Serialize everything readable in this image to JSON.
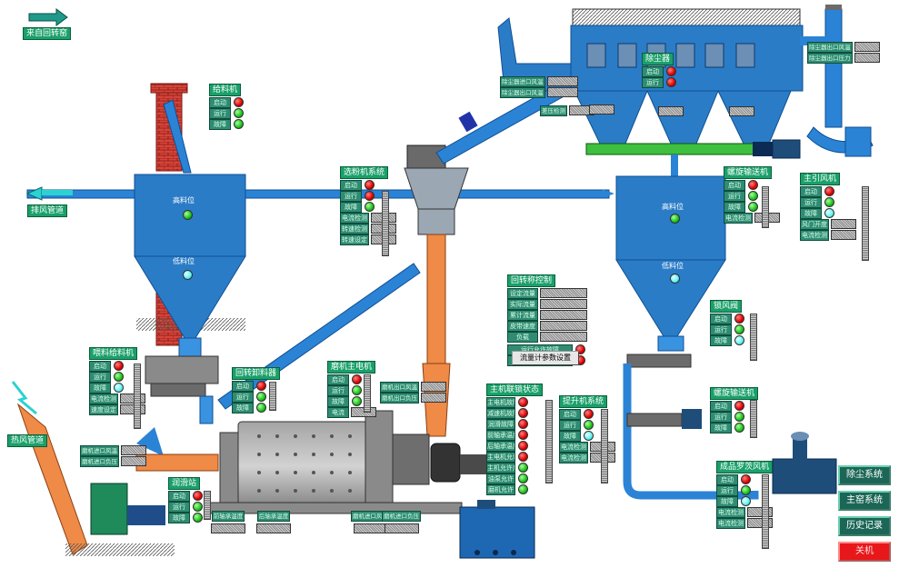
{
  "inlets": {
    "kiln_head": "来自回转窑",
    "exhaust_pipe": "排风管道",
    "hot_gas": "热风管道"
  },
  "silo_left": {
    "high": "高料位",
    "low": "低料位"
  },
  "silo_right": {
    "high": "高料位",
    "low": "低料位"
  },
  "dust_title": "除尘器",
  "dust_status": {
    "row1": "启动",
    "row2": "运行"
  },
  "dust_meters": [
    "除尘器进口风温",
    "除尘器出口风温"
  ],
  "dust_meters_right": [
    "除尘器出口风温",
    "除尘器出口压力"
  ],
  "pressure_label": "差压检测",
  "panels": {
    "top_feeder": {
      "title": "给料机",
      "rows": [
        "启动",
        "运行",
        "故障"
      ]
    },
    "separator": {
      "title": "选粉机系统",
      "rows": [
        "启动",
        "运行",
        "故障",
        "电流检测",
        "转速检测",
        "转速设定"
      ]
    },
    "main_fan": {
      "title": "主引风机",
      "rows": [
        "启动",
        "运行",
        "故障",
        "风门开度",
        "电流检测"
      ]
    },
    "metering": {
      "title": "回转称控制",
      "rows": [
        "设定流量",
        "实际流量",
        "累计流量",
        "皮带速度",
        "负载"
      ],
      "extras": [
        "运行允许故障",
        "称重计量故障"
      ]
    },
    "screw_right": {
      "title": "螺旋输送机",
      "rows": [
        "启动",
        "运行",
        "故障",
        "电流检测"
      ]
    },
    "airlock": {
      "title": "锁风阀",
      "rows": [
        "启动",
        "运行",
        "故障"
      ]
    },
    "left_feeder": {
      "title": "喂料给料机",
      "rows": [
        "启动",
        "运行",
        "故障",
        "电流检测",
        "速度设定"
      ]
    },
    "rotary_valve": {
      "title": "回转卸料器",
      "rows": [
        "启动",
        "运行",
        "故障"
      ]
    },
    "lube": {
      "title": "润滑站",
      "rows": [
        "启动",
        "运行",
        "故障"
      ]
    },
    "mill_motor": {
      "title": "磨机主电机",
      "rows": [
        "启动",
        "运行",
        "故障",
        "电流"
      ]
    },
    "interlock": {
      "title": "主机联锁状态",
      "rows": [
        "主电机故障",
        "减速机故障",
        "润滑故障",
        "前轴承温度",
        "后轴承温度",
        "主电机允许",
        "主机允许启",
        "油泵允许",
        "磨机允许"
      ]
    },
    "elevator": {
      "title": "提升机系统",
      "rows": [
        "启动",
        "运行",
        "故障",
        "电流检测",
        "电流检测"
      ]
    },
    "screw_mid": {
      "title": "螺旋输送机",
      "rows": [
        "启动",
        "运行",
        "故障"
      ]
    },
    "bottom_right": {
      "title": "成品罗茨风机",
      "rows": [
        "启动",
        "运行",
        "故障",
        "电流检测",
        "电流检测"
      ]
    },
    "hot_fan": {
      "title": "热风炉",
      "rows": [
        "启动",
        "运行",
        "故障"
      ]
    }
  },
  "meters": {
    "mill_in_temp": "磨机进口风温",
    "mill_in_pressure": "磨机进口负压",
    "mill_out_temp": "磨机出口风温",
    "mill_out_pressure": "磨机出口负压",
    "front_bearing": "前轴承温度",
    "rear_bearing": "后轴承温度",
    "in_temp2": "磨机进口风温",
    "in_pres2": "磨机进口负压"
  },
  "flow_button": "流量计参数设置",
  "nav": {
    "dust": "除尘系统",
    "kiln": "主窑系统",
    "history": "历史记录",
    "exit": "关机"
  }
}
